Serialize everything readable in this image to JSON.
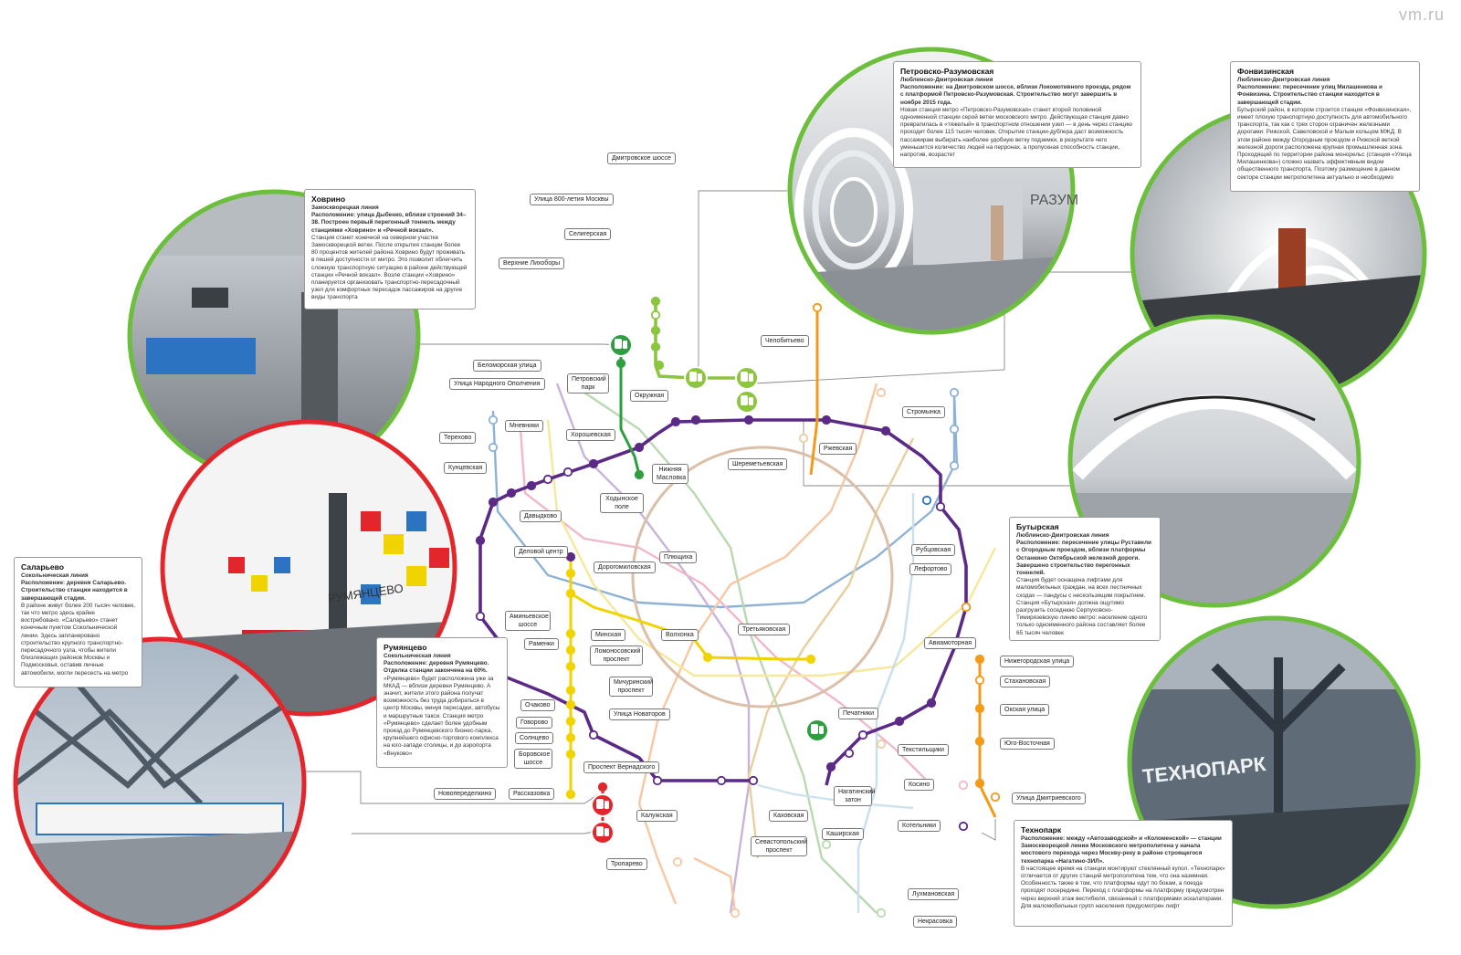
{
  "watermark": "vm.ru",
  "panels": {
    "petrovsko": {
      "title": "Петровско-Разумовская",
      "line": "Люблинско-Дмитровская линия",
      "head": "Расположение: на Дмитровском шоссе, вблизи Локомотивного проезда, рядом с платформой Петровско-Разумовская. Строительство могут завершить в ноябре 2015 года.",
      "body": "Новая станция метро «Петровско-Разумовская» станет второй половиной одноименной станции серой ветки московского метро. Действующая станция давно превратилась в «тяжелый» в транспортном отношении узел — в день через станцию проходит более 115 тысяч человек. Открытие станции-дублера даст возможность пассажирам выбирать наиболее удобную ветку подземки, в результате чего уменьшится количество людей на перронах, а пропускная способность станции, напротив, возрастет"
    },
    "fonvizinskaya": {
      "title": "Фонвизинская",
      "line": "Люблинско-Дмитровская линия",
      "head": "Расположение: пересечение улиц Милашенкова и Фонвизина. Строительство станции находится в завершающей стадии.",
      "body": "Бутырский район, в котором строится станция «Фонвизинская», имеет плохую транспортную доступность для автомобильного транспорта, так как с трех сторон ограничен железными дорогами: Рижской, Савеловской и Малым кольцом МЖД. В этом районе между Огородным проездом и Рижской веткой железной дороги расположена крупная промышленная зона. Проходящий по территории района монорельс (станция «Улица Милашенкова») сложно назвать эффективным видом общественного транспорта. Поэтому размещение в данном секторе станции метрополитена актуально и необходимо"
    },
    "khovrino": {
      "title": "Ховрино",
      "line": "Замоскворецкая линия",
      "head": "Расположение: улица Дыбенко, вблизи строений 34–38. Построен первый перегонный тоннель между станциями «Ховрино» и «Речной вокзал».",
      "body": "Станция станет конечной на северном участке Замоскворецкой ветки. После открытия станции более 80 процентов жителей района Ховрино будут проживать в пешей доступности от метро. Это позволит облегчить сложную транспортную ситуацию в районе действующей станции «Речной вокзал». Возле станции «Ховрино» планируется организовать транспортно-пересадочный узел для комфортных пересадок пассажиров на другие виды транспорта"
    },
    "butyrskaya": {
      "title": "Бутырская",
      "line": "Люблинско-Дмитровская линия",
      "head": "Расположение: пересечение улицы Руставели с Огородным проездом, вблизи платформы Останкино Октябрьской железной дороги. Завершено строительство перегонных тоннелей.",
      "body": "Станция будет оснащена лифтами для маломобильных граждан, на всех лестничных сходах — пандусы с нескользящим покрытием. Станция «Бутырская» должна ощутимо разгрузить соседнюю Серпуховско-Тимирязевскую линию метро: население одного только одноименного района составляет более 65 тысяч человек"
    },
    "salarievo": {
      "title": "Саларьево",
      "line": "Сокольническая линия",
      "head": "Расположение: деревня Саларьево. Строительство станции находится в завершающей стадии.",
      "body": "В районе живут более 200 тысяч человек, так что метро здесь крайне востребовано. «Саларьево» станет конечным пунктом Сокольнической линии. Здесь запланировано строительство крупного транспортно-пересадочного узла, чтобы жители близлежащих районов Москвы и Подмосковья, оставив личные автомобили, могли пересесть на метро"
    },
    "rumyantsevo": {
      "title": "Румянцево",
      "line": "Сокольническая линия",
      "head": "Расположение: деревня Румянцево. Отделка станции закончена на 60%.",
      "body": "«Румянцево» будет расположена уже за МКАД — вблизи деревни Румянцево. А значит, жители этого района получат возможность без труда добираться в центр Москвы, минуя пересадки, автобусы и маршрутные такси. Станция метро «Румянцево» сделает более удобным проезд до Румянцевского бизнес-парка, крупнейшего офисно-торгового комплекса на юго-западе столицы, и до аэропорта «Внуково»"
    },
    "tekhnopark": {
      "title": "Технопарк",
      "head": "Расположение: между «Автозаводской» и «Коломенской» — станции Замоскворецкой линии Московского метрополитена у начала мостового перехода через Москву-реку в районе строящегося технопарка «Нагатино-ЗИЛ».",
      "body": "В настоящее время на станции монтируют стеклянный купол. «Технопарк» отличается от других станций метрополитена тем, что она наземная. Особенность также в том, что платформы идут по бокам, а поезда проходят посередине. Переход с платформы на платформу предусмотрен через верхний этаж вестибюля, связанный с платформами эскалаторами. Для маломобильных групп населения предусмотрен лифт"
    }
  },
  "photos": {
    "petrovsko_sign": "РАЗУМ",
    "rumyantsevo_sign": "РУМЯНЦЕВО",
    "tekhnopark_sign": "ТЕХНОПАРК"
  },
  "stations": [
    "Дмитровское шоссе",
    "Улица 800-летия Москвы",
    "Селигерская",
    "Верхние Лихоборы",
    "Беломорская улица",
    "Улица Народного Ополчения",
    "Петровский парк",
    "Окружная",
    "Челобитьево",
    "Мневники",
    "Хорошевская",
    "Терехово",
    "Кунцевская",
    "Давыдково",
    "Ходынское поле",
    "Нижняя Масловка",
    "Шереметьевская",
    "Ржевская",
    "Стромынка",
    "Деловой центр",
    "Дорогомиловская",
    "Плющиха",
    "Рубцовская",
    "Лефортово",
    "Аминьевское шоссе",
    "Раменки",
    "Минская",
    "Ломоносовский проспект",
    "Волхонка",
    "Третьяковская",
    "Авиамоторная",
    "Нижегородская улица",
    "Стахановская",
    "Окская улица",
    "Мичуринский проспект",
    "Улица Новаторов",
    "Очаково",
    "Говорово",
    "Солнцево",
    "Боровское шоссе",
    "Проспект Вернадского",
    "Новопеределкино",
    "Рассказовка",
    "Печатники",
    "Текстильщики",
    "Юго-Восточная",
    "Косино",
    "Улица Дмитриевского",
    "Нагатинский затон",
    "Каховская",
    "Калужская",
    "Котельники",
    "Каширская",
    "Севастопольский проспект",
    "Тропарево",
    "Лухмановская",
    "Некрасовка"
  ]
}
